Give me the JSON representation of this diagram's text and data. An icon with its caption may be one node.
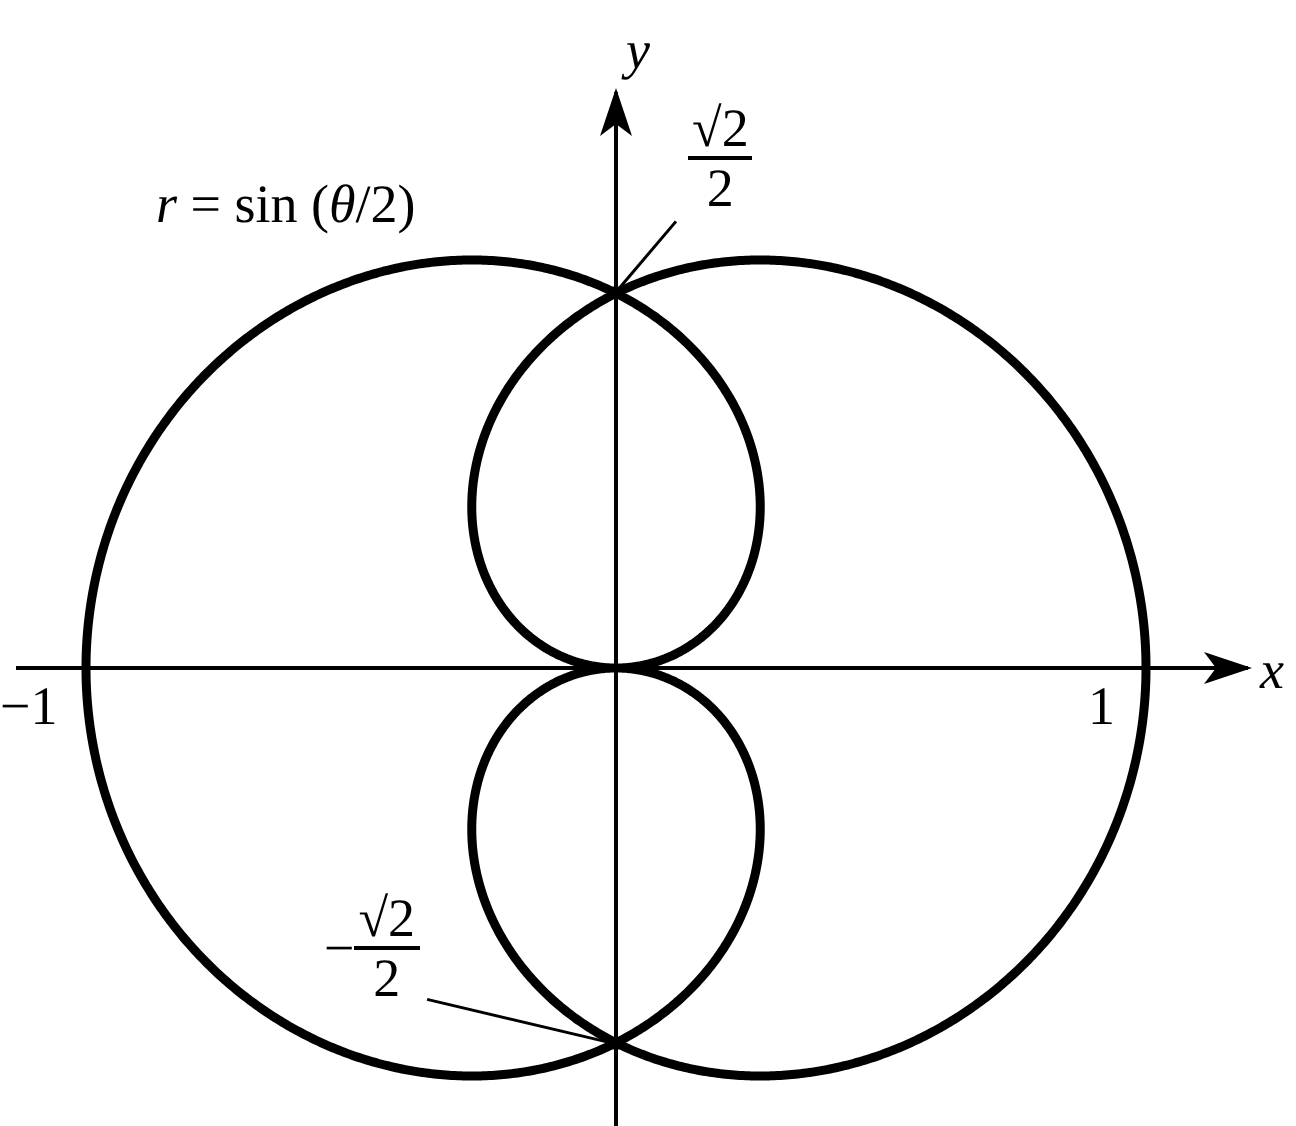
{
  "diagram": {
    "nodes": [
      {
        "text": [
          "√2",
          "2"
        ]
      },
      {
        "text": [
          "−",
          "√2",
          "2"
        ]
      },
      {
        "text": [],
        "shape": "point"
      },
      {
        "text": [],
        "shape": "point"
      }
    ],
    "edges": [
      {
        "from": 0,
        "to": 2,
        "arrow": "none"
      },
      {
        "from": 1,
        "to": 3,
        "arrow": "none"
      }
    ],
    "labels": [
      "y",
      "*r* = sin (*θ*/2)",
      "−1",
      "1",
      "x"
    ]
  }
}
